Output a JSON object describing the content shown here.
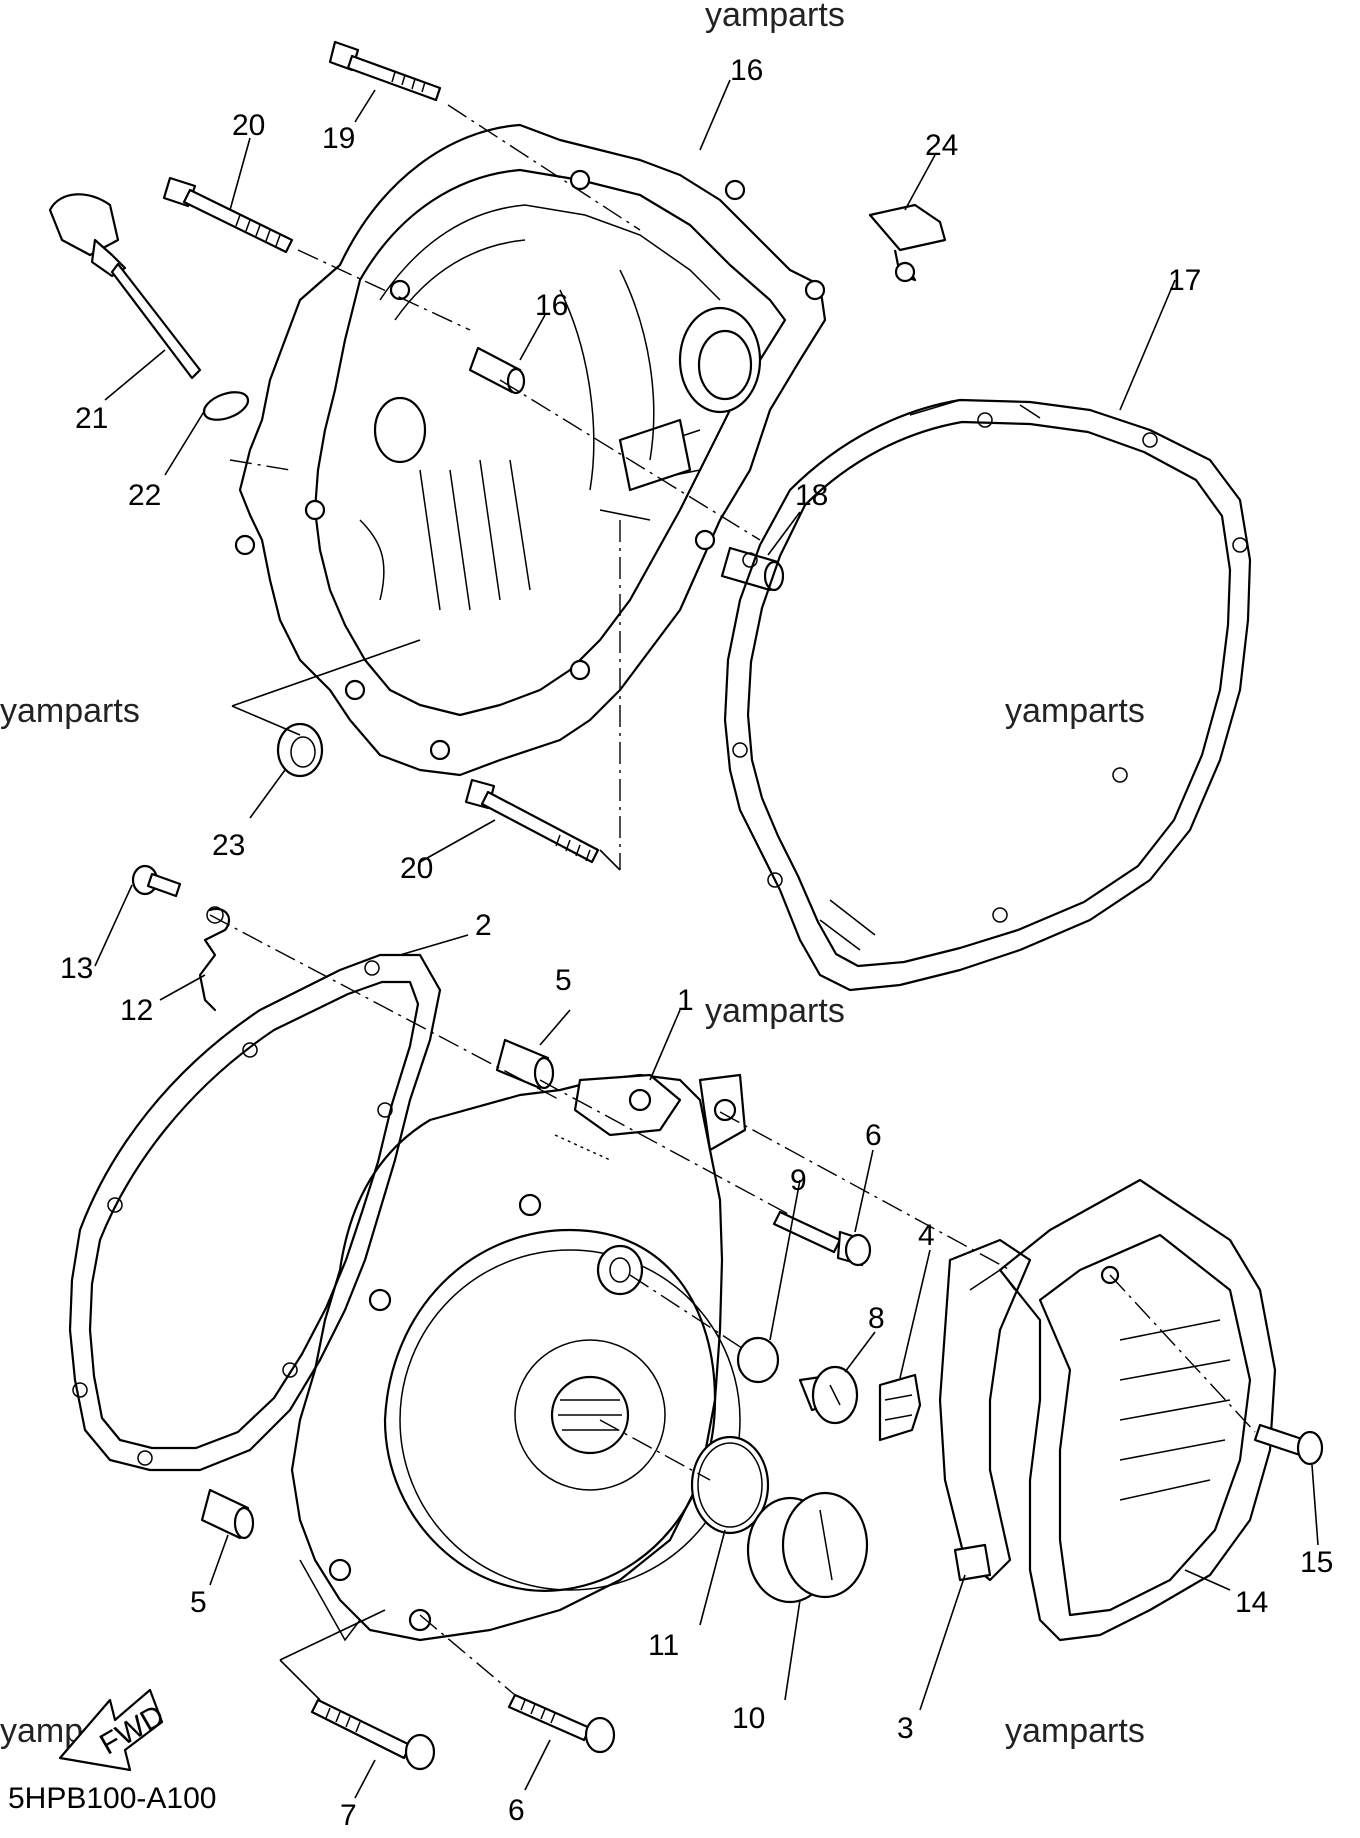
{
  "watermark": "yamparts",
  "diagram_code": "5HPB100-A100",
  "fwd_label": "FWD",
  "callouts": {
    "c1": "1",
    "c2": "2",
    "c3": "3",
    "c4": "4",
    "c5a": "5",
    "c5b": "5",
    "c6a": "6",
    "c6b": "6",
    "c7": "7",
    "c8": "8",
    "c9": "9",
    "c10": "10",
    "c11": "11",
    "c12": "12",
    "c13": "13",
    "c14": "14",
    "c15": "15",
    "c16a": "16",
    "c16b": "16",
    "c17": "17",
    "c18": "18",
    "c19": "19",
    "c20a": "20",
    "c20b": "20",
    "c21": "21",
    "c22": "22",
    "c23": "23",
    "c24": "24"
  }
}
